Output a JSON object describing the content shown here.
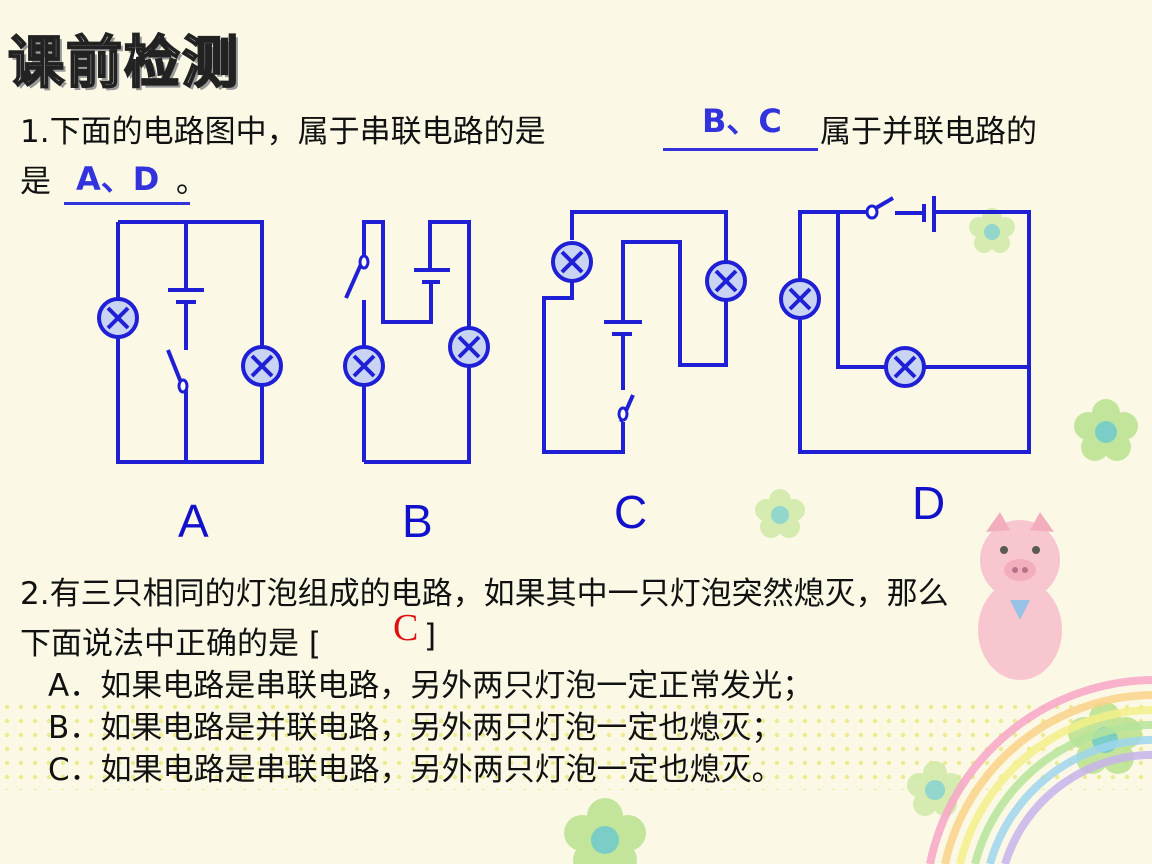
{
  "title": "课前检测",
  "q1": {
    "line1_prefix": "1.下面的电路图中，属于串联电路的是",
    "answer_series": "B、C",
    "line1_suffix": "属于并联电路的",
    "line2_prefix": "是",
    "answer_parallel": "A、D",
    "line2_suffix": "。"
  },
  "diagrams": {
    "labels": [
      "A",
      "B",
      "C",
      "D"
    ]
  },
  "q2": {
    "line1": "2.有三只相同的灯泡组成的电路，如果其中一只灯泡突然熄灭，那么",
    "line2_prefix": "下面说法中正确的是 [",
    "answer": "C",
    "line2_suffix": "]",
    "options": [
      "A．如果电路是串联电路，另外两只灯泡一定正常发光；",
      "B．如果电路是并联电路，另外两只灯泡一定也熄灭；",
      "C．如果电路是串联电路，另外两只灯泡一定也熄灭。"
    ]
  },
  "colors": {
    "wire": "#1f1fd6",
    "lamp_fill": "#c9d3f2",
    "answer": "#3333dd",
    "answer_red": "#dd1111"
  }
}
